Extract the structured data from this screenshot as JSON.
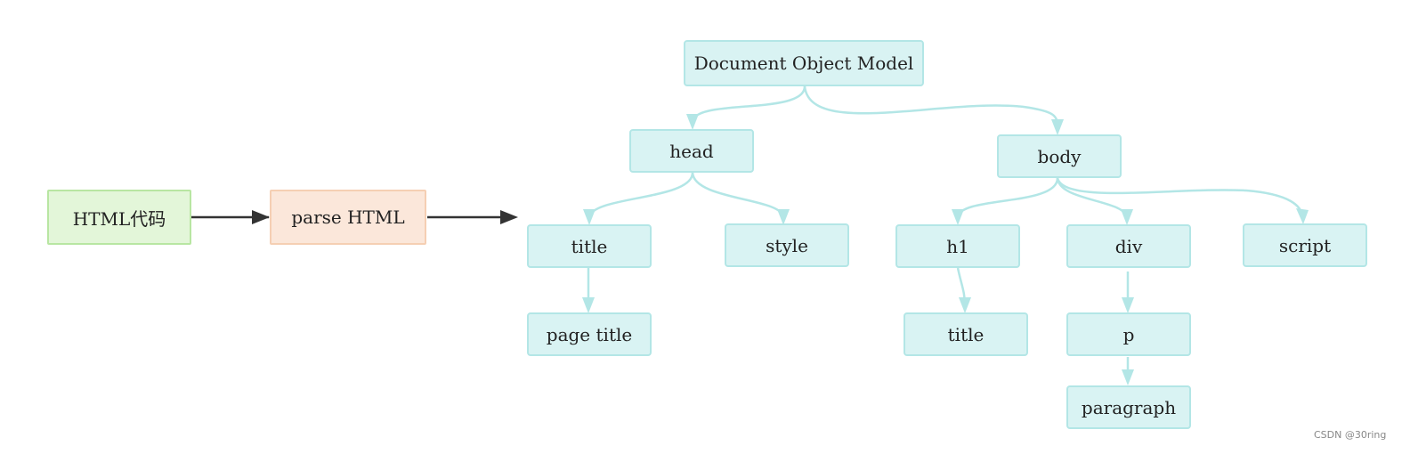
{
  "nodes": {
    "html_source": "HTML代码",
    "parse": "parse HTML",
    "dom_root": "Document Object Model",
    "head": "head",
    "body": "body",
    "head_title": "title",
    "style": "style",
    "page_title": "page title",
    "h1": "h1",
    "div": "div",
    "script": "script",
    "h1_title": "title",
    "p": "p",
    "paragraph": "paragraph"
  },
  "colors": {
    "tree_fill": "#d9f3f3",
    "tree_border": "#b3e6e6",
    "tree_edge": "#b3e6e6",
    "source_fill": "#e3f6d9",
    "source_border": "#b8e6a2",
    "parse_fill": "#fbe7da",
    "parse_border": "#f5cfb3",
    "flow_arrow": "#333333"
  },
  "watermark": "CSDN @30ring"
}
